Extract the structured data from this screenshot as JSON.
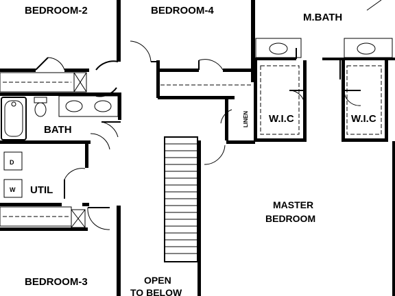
{
  "rooms": {
    "bedroom2": "BEDROOM-2",
    "bedroom4": "BEDROOM-4",
    "mbath": "M.BATH",
    "bath": "BATH",
    "util": "UTIL",
    "wic1": "W.I.C",
    "wic2": "W.I.C",
    "master1": "MASTER",
    "master2": "BEDROOM",
    "bedroom3": "BEDROOM-3",
    "open1": "OPEN",
    "open2": "TO BELOW",
    "linen": "LINEN"
  },
  "appliances": {
    "dryer": "D",
    "washer": "W"
  }
}
